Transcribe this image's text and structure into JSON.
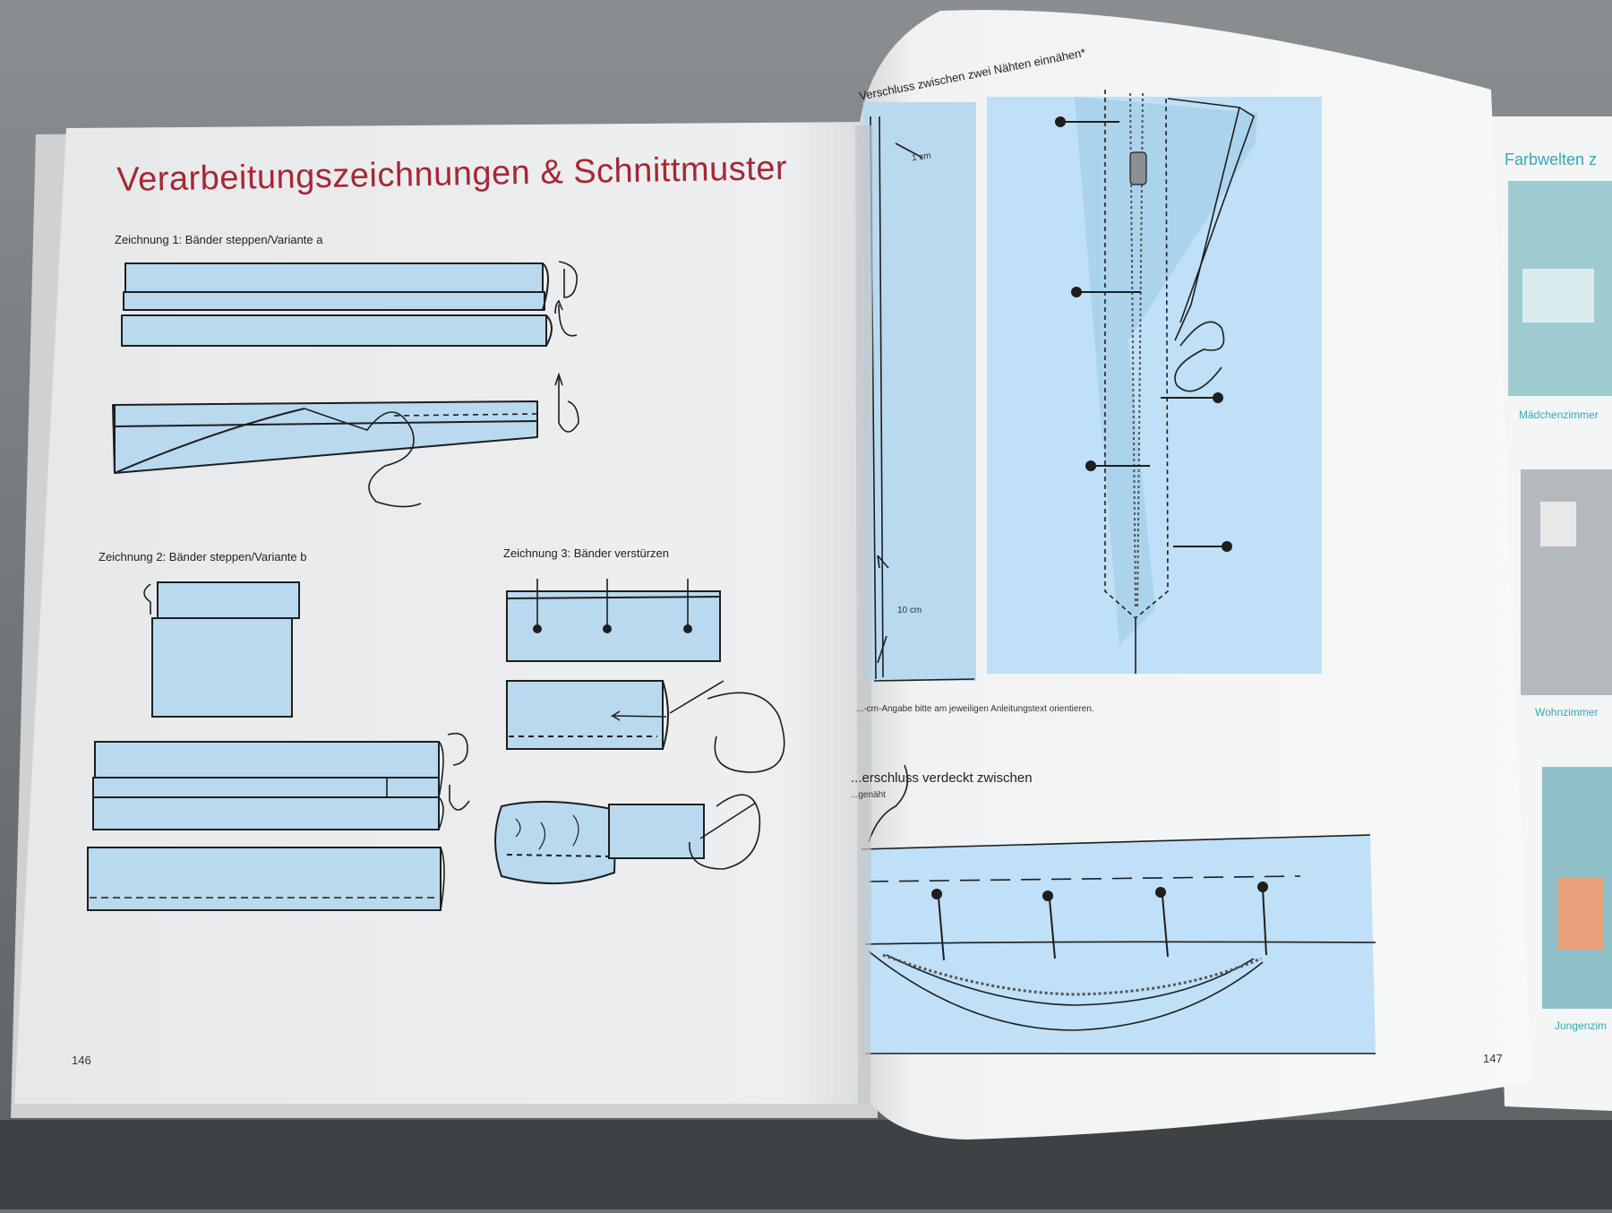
{
  "left_page": {
    "title": "Verarbeitungszeichnungen & Schnittmuster",
    "caption_1": "Zeichnung 1: Bänder steppen/Variante a",
    "caption_2": "Zeichnung 2: Bänder steppen/Variante b",
    "caption_3": "Zeichnung 3: Bänder verstürzen",
    "page_number": "146"
  },
  "right_page": {
    "heading_top": "Verschluss zwischen zwei Nähten einnähen*",
    "dim_1": "1 cm",
    "dim_2": "10 cm",
    "footnote": "...-cm-Angabe bitte am jeweiligen Anleitungstext orientieren.",
    "heading_2_line1": "...erschluss verdeckt zwischen",
    "heading_2_line2": "...genäht",
    "page_number": "147"
  },
  "next_book": {
    "title": "Farbwelten z",
    "label_1": "Mädchenzimmer",
    "label_2": "Wohnzimmer",
    "label_3": "Jungenzim"
  },
  "colors": {
    "fabric_blue": "#b9d9ef",
    "title_red": "#a52834",
    "teal": "#33aab7"
  }
}
